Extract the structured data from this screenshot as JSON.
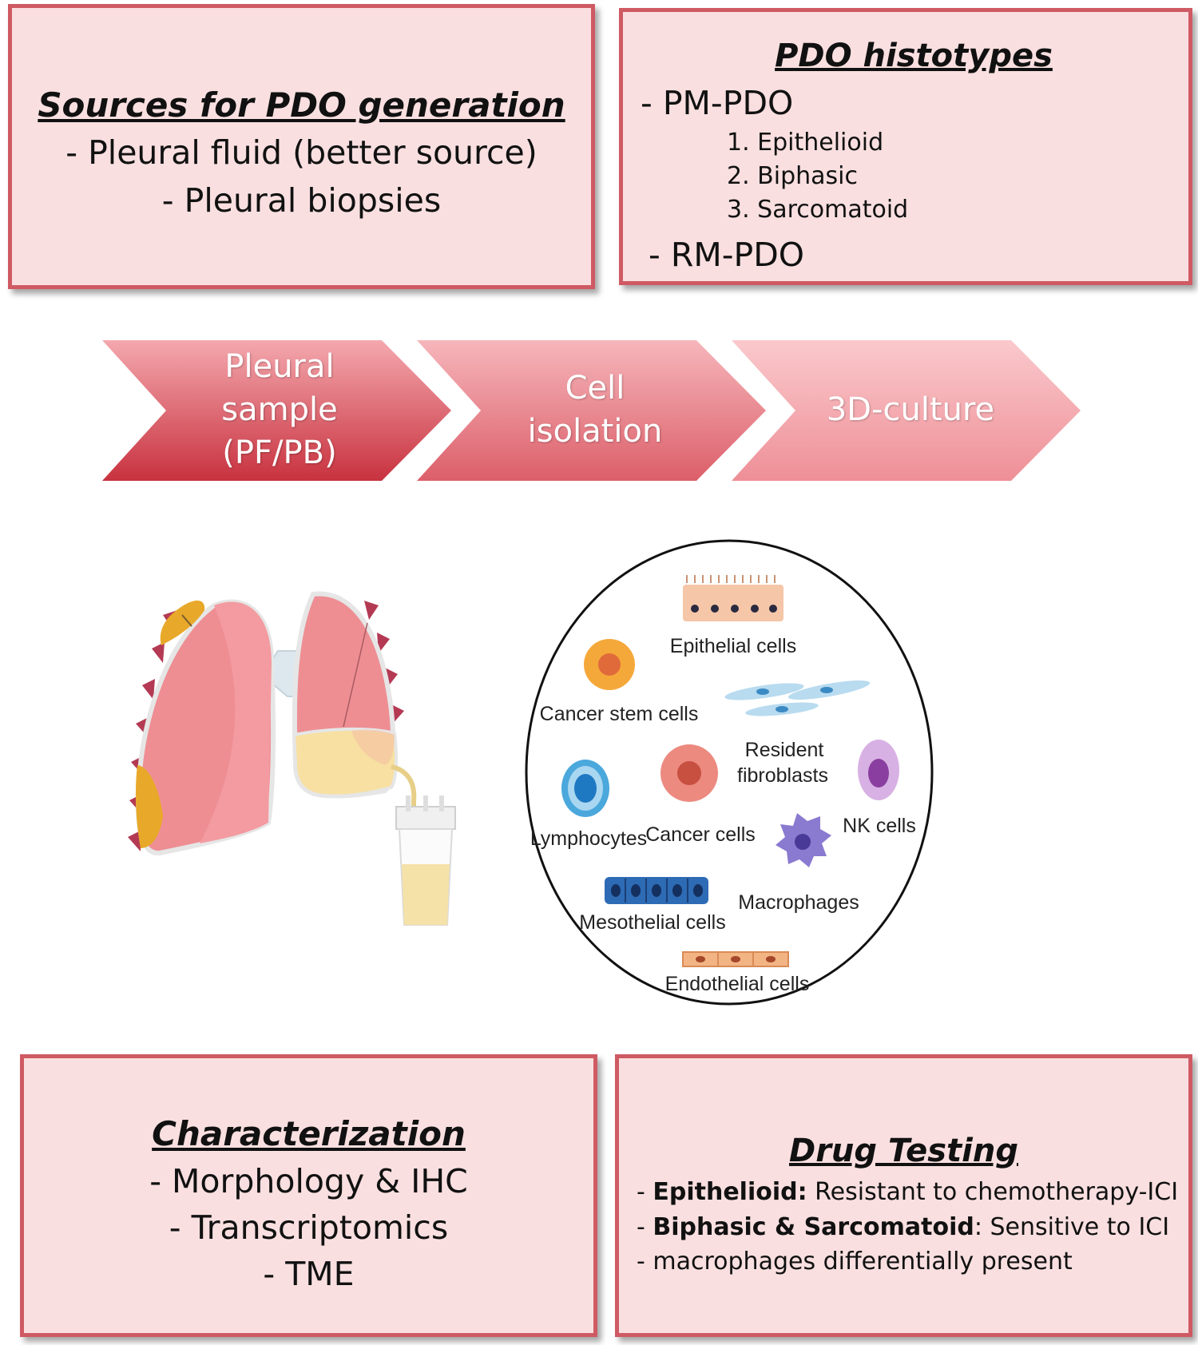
{
  "sources": {
    "heading": "Sources for PDO generation",
    "items": [
      "- Pleural fluid (better source)",
      "- Pleural biopsies"
    ]
  },
  "histotypes": {
    "heading": "PDO histotypes",
    "pm": "- PM-PDO",
    "subtypes": [
      "1. Epithelioid",
      "2. Biphasic",
      "3. Sarcomatoid"
    ],
    "rm": "- RM-PDO"
  },
  "workflow": {
    "steps": [
      {
        "lines": [
          "Pleural",
          "sample",
          "(PF/PB)"
        ]
      },
      {
        "lines": [
          "Cell",
          "isolation"
        ]
      },
      {
        "lines": [
          "3D-culture"
        ]
      }
    ],
    "colors": [
      "#d8505f",
      "#e77d86",
      "#f3b1b6"
    ]
  },
  "tme_cells": {
    "labels": {
      "epithelial": "Epithelial cells",
      "cancer_stem": "Cancer stem cells",
      "fibroblasts_1": "Resident",
      "fibroblasts_2": "fibroblasts",
      "lymphocytes": "Lymphocytes",
      "cancer": "Cancer cells",
      "nk": "NK cells",
      "macrophages": "Macrophages",
      "mesothelial": "Mesothelial cells",
      "endothelial": "Endothelial cells"
    }
  },
  "characterization": {
    "heading": "Characterization",
    "items": [
      "- Morphology & IHC",
      "- Transcriptomics",
      "- TME"
    ]
  },
  "drug_testing": {
    "heading": "Drug Testing",
    "items": [
      {
        "prefix": "- ",
        "bold": "Epithelioid:",
        "rest": " Resistant to chemotherapy-ICI"
      },
      {
        "prefix": "- ",
        "bold": "Biphasic & Sarcomatoid",
        "rest": ": Sensitive to ICI"
      },
      {
        "prefix": "- ",
        "bold": "",
        "rest": "macrophages differentially present"
      }
    ]
  }
}
